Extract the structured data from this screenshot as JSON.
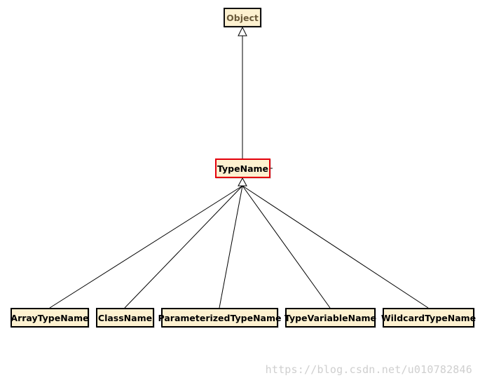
{
  "diagram": {
    "root": {
      "label": "Object"
    },
    "center": {
      "label": "TypeName"
    },
    "children": [
      {
        "label": "ArrayTypeName"
      },
      {
        "label": "ClassName"
      },
      {
        "label": "ParameterizedTypeName"
      },
      {
        "label": "TypeVariableName"
      },
      {
        "label": "WildcardTypeName"
      }
    ]
  },
  "watermark": "https://blog.csdn.net/u010782846",
  "colors": {
    "box_fill": "#fdf1d0",
    "box_border": "#000000",
    "selected_border": "#e3000b",
    "line": "#000000",
    "watermark": "#cfcfcf"
  }
}
